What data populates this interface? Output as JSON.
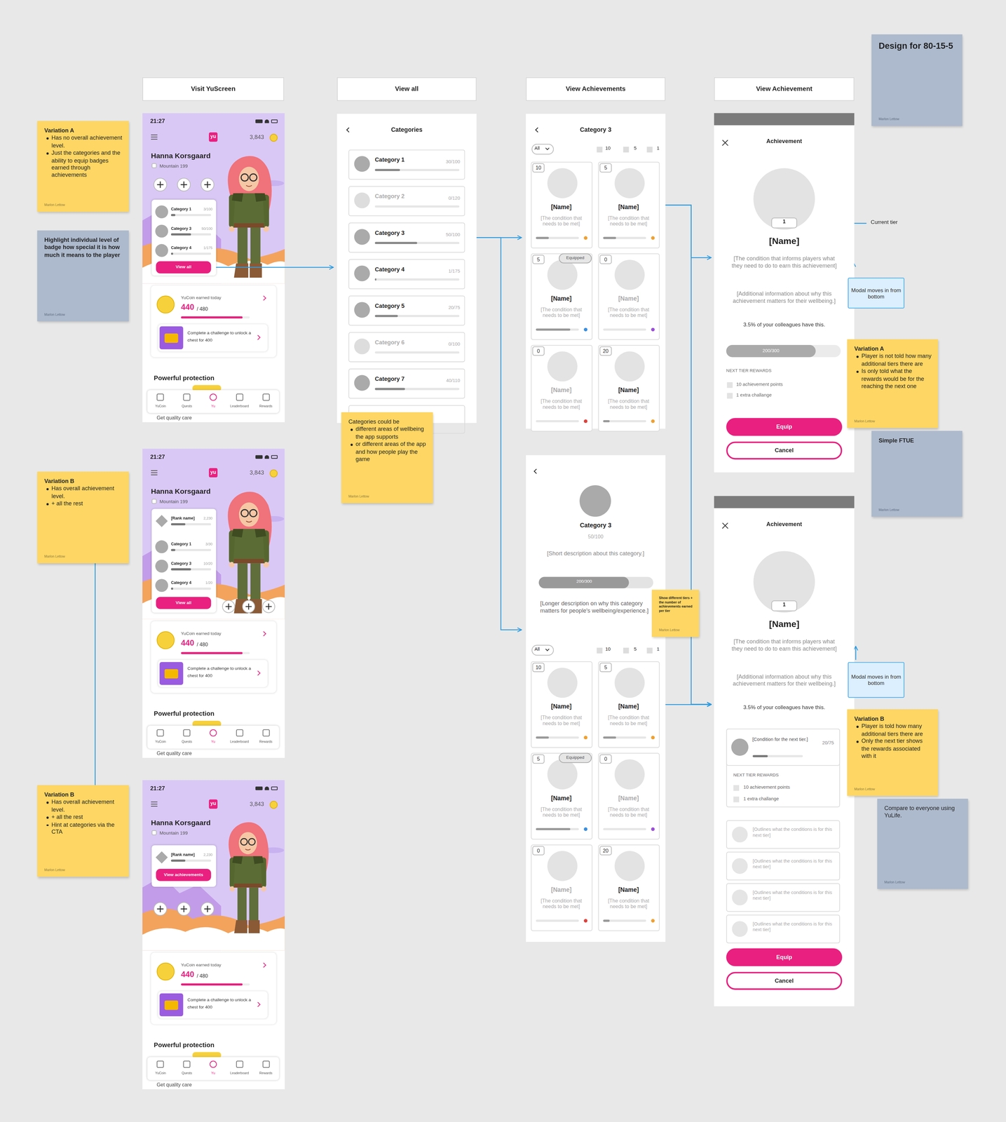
{
  "diagram": {
    "nodes": [
      {
        "text": [
          "Visit YuScreen"
        ]
      },
      {
        "text": [
          "View all"
        ]
      },
      {
        "text": [
          "View Achievements"
        ]
      },
      {
        "text": [
          "View Achievement"
        ]
      },
      {
        "text": [
          "Design for 80-15-5",
          "Marlon Lettow"
        ]
      },
      {
        "text": [
          "Variation A",
          "Has no overall achievement level.",
          "Just the categories and the ability to equip badges earned through achievements",
          "Marlon Lettow"
        ]
      },
      {
        "text": [
          "Highlight individual level of badge how special it is how much it means to the player",
          "Marlon Lettow"
        ]
      },
      {
        "text": [
          "Variation B",
          "Has overall achievement level.",
          "+ all the rest",
          "Marlon Lettow"
        ]
      },
      {
        "text": [
          "Variation B",
          "Has overall achievement level.",
          "+ all the rest",
          "Hint at categories via the CTA",
          "Marlon Lettow"
        ]
      },
      {
        "text": [
          "21:27",
          "yu",
          "3,843",
          "Hanna Korsgaard",
          "Mountain 199",
          "Powerful protection",
          "Get quality care"
        ]
      },
      {
        "text": [
          "Category 1",
          "3/100",
          "Category 3",
          "50/100",
          "Category 4",
          "1/175"
        ],
        "in": 9
      },
      {
        "text": [
          "View all"
        ],
        "in": 10
      },
      {
        "text": [
          "YuCoin earned today",
          "440",
          "/ 480"
        ],
        "in": 9
      },
      {
        "text": [
          "Complete a challenge to unlock a chest for 400"
        ],
        "in": 12
      },
      {
        "text": [
          "YuCoin",
          "Quests",
          "Yu",
          "Leaderboard",
          "Rewards"
        ],
        "in": 9
      },
      {
        "text": [
          "21:27",
          "yu",
          "3,843",
          "Hanna Korsgaard",
          "Mountain 199",
          "Powerful protection",
          "Get quality care"
        ]
      },
      {
        "text": [
          "[Rank name]",
          "2,230",
          "Category 1",
          "3/30",
          "Category 3",
          "10/20",
          "Category 4",
          "1/20"
        ],
        "in": 15
      },
      {
        "text": [
          "View all"
        ],
        "in": 16
      },
      {
        "text": [
          "YuCoin earned today",
          "440",
          "/ 480"
        ],
        "in": 15
      },
      {
        "text": [
          "Complete a challenge to unlock a chest for 400"
        ],
        "in": 18
      },
      {
        "text": [
          "YuCoin",
          "Quests",
          "Yu",
          "Leaderboard",
          "Rewards"
        ],
        "in": 15
      },
      {
        "text": [
          "21:27",
          "yu",
          "3,843",
          "Hanna Korsgaard",
          "Mountain 199",
          "Powerful protection",
          "Get quality care"
        ]
      },
      {
        "text": [
          "[Rank name]",
          "2,230"
        ],
        "in": 21
      },
      {
        "text": [
          "View achievements"
        ],
        "in": 22
      },
      {
        "text": [
          "YuCoin earned today",
          "440",
          "/ 480"
        ],
        "in": 21
      },
      {
        "text": [
          "Complete a challenge to unlock a chest for 400"
        ],
        "in": 24
      },
      {
        "text": [
          "YuCoin",
          "Quests",
          "Yu",
          "Leaderboard",
          "Rewards"
        ],
        "in": 21
      },
      {
        "text": [
          "Categories"
        ]
      },
      {
        "text": [
          "Category 1",
          "30/100"
        ],
        "in": 27
      },
      {
        "text": [
          "Category 2",
          "0/120"
        ],
        "in": 27
      },
      {
        "text": [
          "Category 3",
          "50/100"
        ],
        "in": 27
      },
      {
        "text": [
          "Category 4",
          "1/175"
        ],
        "in": 27
      },
      {
        "text": [
          "Category 5",
          "20/75"
        ],
        "in": 27
      },
      {
        "text": [
          "Category 6",
          "0/100"
        ],
        "in": 27
      },
      {
        "text": [
          "Category 7",
          "40/110"
        ],
        "in": 27
      },
      {
        "text": [
          "Categories could be",
          "different areas of wellbeing the app supports",
          "or different areas of the app and how people play the game",
          "Marlon Lettow"
        ]
      },
      {
        "text": [
          "Category 3",
          "All",
          "10",
          "5",
          "1"
        ]
      },
      {
        "text": [
          "10",
          "[Name]",
          "[The condition that needs to be met]"
        ],
        "in": 36
      },
      {
        "text": [
          "5",
          "[Name]",
          "[The condition that needs to be met]"
        ],
        "in": 36
      },
      {
        "text": [
          "5",
          "Equipped",
          "[Name]",
          "[The condition that needs to be met]"
        ],
        "in": 36
      },
      {
        "text": [
          "0",
          "[Name]",
          "[The condition that needs to be met]"
        ],
        "in": 36
      },
      {
        "text": [
          "0",
          "[Name]",
          "[The condition that needs to be met]"
        ],
        "in": 36
      },
      {
        "text": [
          "20",
          "[Name]",
          "[The condition that needs to be met]"
        ],
        "in": 36
      },
      {
        "text": [
          "Category 3",
          "50/100",
          "[Short description about this category.]",
          "200/300",
          "[Longer description on why this category matters for people's wellbeing/experience.]",
          "All",
          "10",
          "5",
          "1"
        ]
      },
      {
        "text": [
          "10",
          "[Name]",
          "[The condition that needs to be met]"
        ],
        "in": 43
      },
      {
        "text": [
          "5",
          "[Name]",
          "[The condition that needs to be met]"
        ],
        "in": 43
      },
      {
        "text": [
          "5",
          "Equipped",
          "[Name]",
          "[The condition that needs to be met]"
        ],
        "in": 43
      },
      {
        "text": [
          "0",
          "[Name]",
          "[The condition that needs to be met]"
        ],
        "in": 43
      },
      {
        "text": [
          "0",
          "[Name]",
          "[The condition that needs to be met]"
        ],
        "in": 43
      },
      {
        "text": [
          "20",
          "[Name]",
          "[The condition that needs to be met]"
        ],
        "in": 43
      },
      {
        "text": [
          "Show different tiers + the number of achievements earned per tier",
          "Marlon Lettow"
        ]
      },
      {
        "text": [
          "Achievement",
          "1",
          "[Name]",
          "[The condition that informs players what they need to do to earn this achievement]",
          "[Additional information about why this achievement matters for their wellbeing.]",
          "3.5% of your colleagues have this.",
          "200/300",
          "NEXT TIER REWARDS",
          "10 achievement points",
          "1 extra challange"
        ]
      },
      {
        "text": [
          "Equip"
        ],
        "in": 51
      },
      {
        "text": [
          "Cancel"
        ],
        "in": 51
      },
      {
        "text": [
          "Modal moves in from bottom"
        ]
      },
      {
        "text": [
          "Variation A",
          "Player is not told how many additional tiers there are",
          "Is only told what the rewards would be for the reaching the next one",
          "Marlon Lettow"
        ]
      },
      {
        "text": [
          "Simple FTUE",
          "Marlon Lettow"
        ]
      },
      {
        "text": [
          "Achievement",
          "1",
          "[Name]",
          "[The condition that informs players what they need to do to earn this achievement]",
          "[Additional information about why this achievement matters for their wellbeing.]",
          "3.5% of your colleagues have this."
        ]
      },
      {
        "text": [
          "NEXT TIER REWARDS",
          "10 achievement points",
          "1 extra challange"
        ],
        "in": 57
      },
      {
        "text": [
          "[Condition for the next tier.]",
          "20/75"
        ],
        "in": 58
      },
      {
        "text": [
          "[Outlines what the conditions is for this next tier]"
        ],
        "in": 57
      },
      {
        "text": [
          "[Outlines what the conditions is for this next tier]"
        ],
        "in": 57
      },
      {
        "text": [
          "[Outlines what the conditions is for this next tier]"
        ],
        "in": 57
      },
      {
        "text": [
          "[Outlines what the conditions is for this next tier]"
        ],
        "in": 57
      },
      {
        "text": [
          "Equip"
        ],
        "in": 57
      },
      {
        "text": [
          "Cancel"
        ],
        "in": 57
      },
      {
        "text": [
          "Modal moves in from bottom"
        ]
      },
      {
        "text": [
          "Variation B",
          "Player is told how many additional tiers there are",
          "Only the next tier shows the rewards associated with it",
          "Marlon Lettow"
        ]
      },
      {
        "text": [
          "Compare to everyone using YuLife.",
          "Marlon Lettow"
        ]
      }
    ],
    "edges": [
      {
        "from": 11,
        "to": 27,
        "arrow": "to"
      },
      {
        "from": 30,
        "to": 36,
        "arrow": "to"
      },
      {
        "from": 30,
        "to": 43,
        "arrow": "to"
      },
      {
        "from": 38,
        "to": 51,
        "arrow": "to"
      },
      {
        "from": 38,
        "to": 57,
        "arrow": "to"
      },
      {
        "from": 45,
        "to": 57,
        "arrow": "to"
      },
      {
        "from": 7,
        "to": 8,
        "arrow": "none"
      }
    ],
    "labels": [
      "Current tier"
    ]
  }
}
